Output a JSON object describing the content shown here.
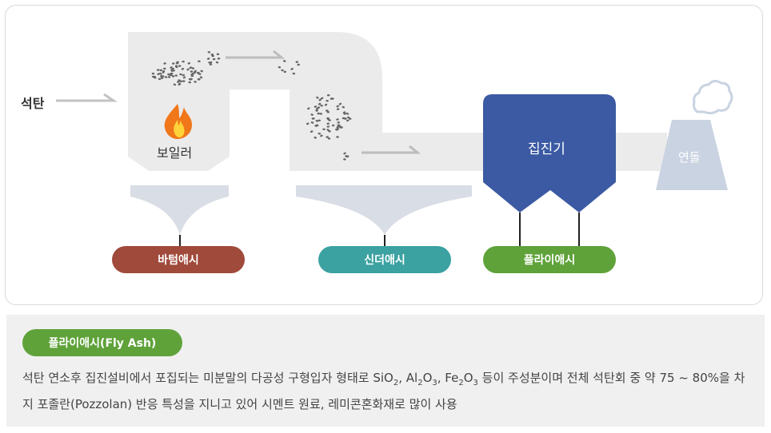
{
  "diagram": {
    "coal_label": "석탄",
    "boiler_label": "보일러",
    "collector_label": "집진기",
    "stack_label": "연돌",
    "outputs": [
      {
        "label": "바텀애시",
        "color": "#a04a3b"
      },
      {
        "label": "신더애시",
        "color": "#3ba1a1"
      },
      {
        "label": "플라이애시",
        "color": "#5fa23a"
      }
    ],
    "icons": [
      "fire-icon",
      "smoke-icon",
      "arrow-icon"
    ],
    "colors": {
      "duct": "#ebebeb",
      "collector": "#3b5aa3",
      "stack": "#c9d3e2",
      "hopper": "#d9dde5",
      "particle": "#666666",
      "flame": "#f0771a"
    }
  },
  "info": {
    "badge": "플라이애시(Fly Ash)",
    "desc_part1": "석탄 연소후 집진설비에서 포집되는 미분말의 다공성 구형입자 형태로 SiO",
    "desc_sio2_sub": "2",
    "desc_sep1": ", Al",
    "desc_al_sub1": "2",
    "desc_o": "O",
    "desc_al_sub2": "3",
    "desc_sep2": ", Fe",
    "desc_fe_sub1": "2",
    "desc_o2": "O",
    "desc_fe_sub2": "3",
    "desc_part2": " 등이 주성분이며 전체 석탄회 중 약 75 ~ 80%을 차지 포졸란(Pozzolan) 반응 특성을 지니고 있어 시멘트 원료, 레미콘혼화재로 많이 사용"
  }
}
